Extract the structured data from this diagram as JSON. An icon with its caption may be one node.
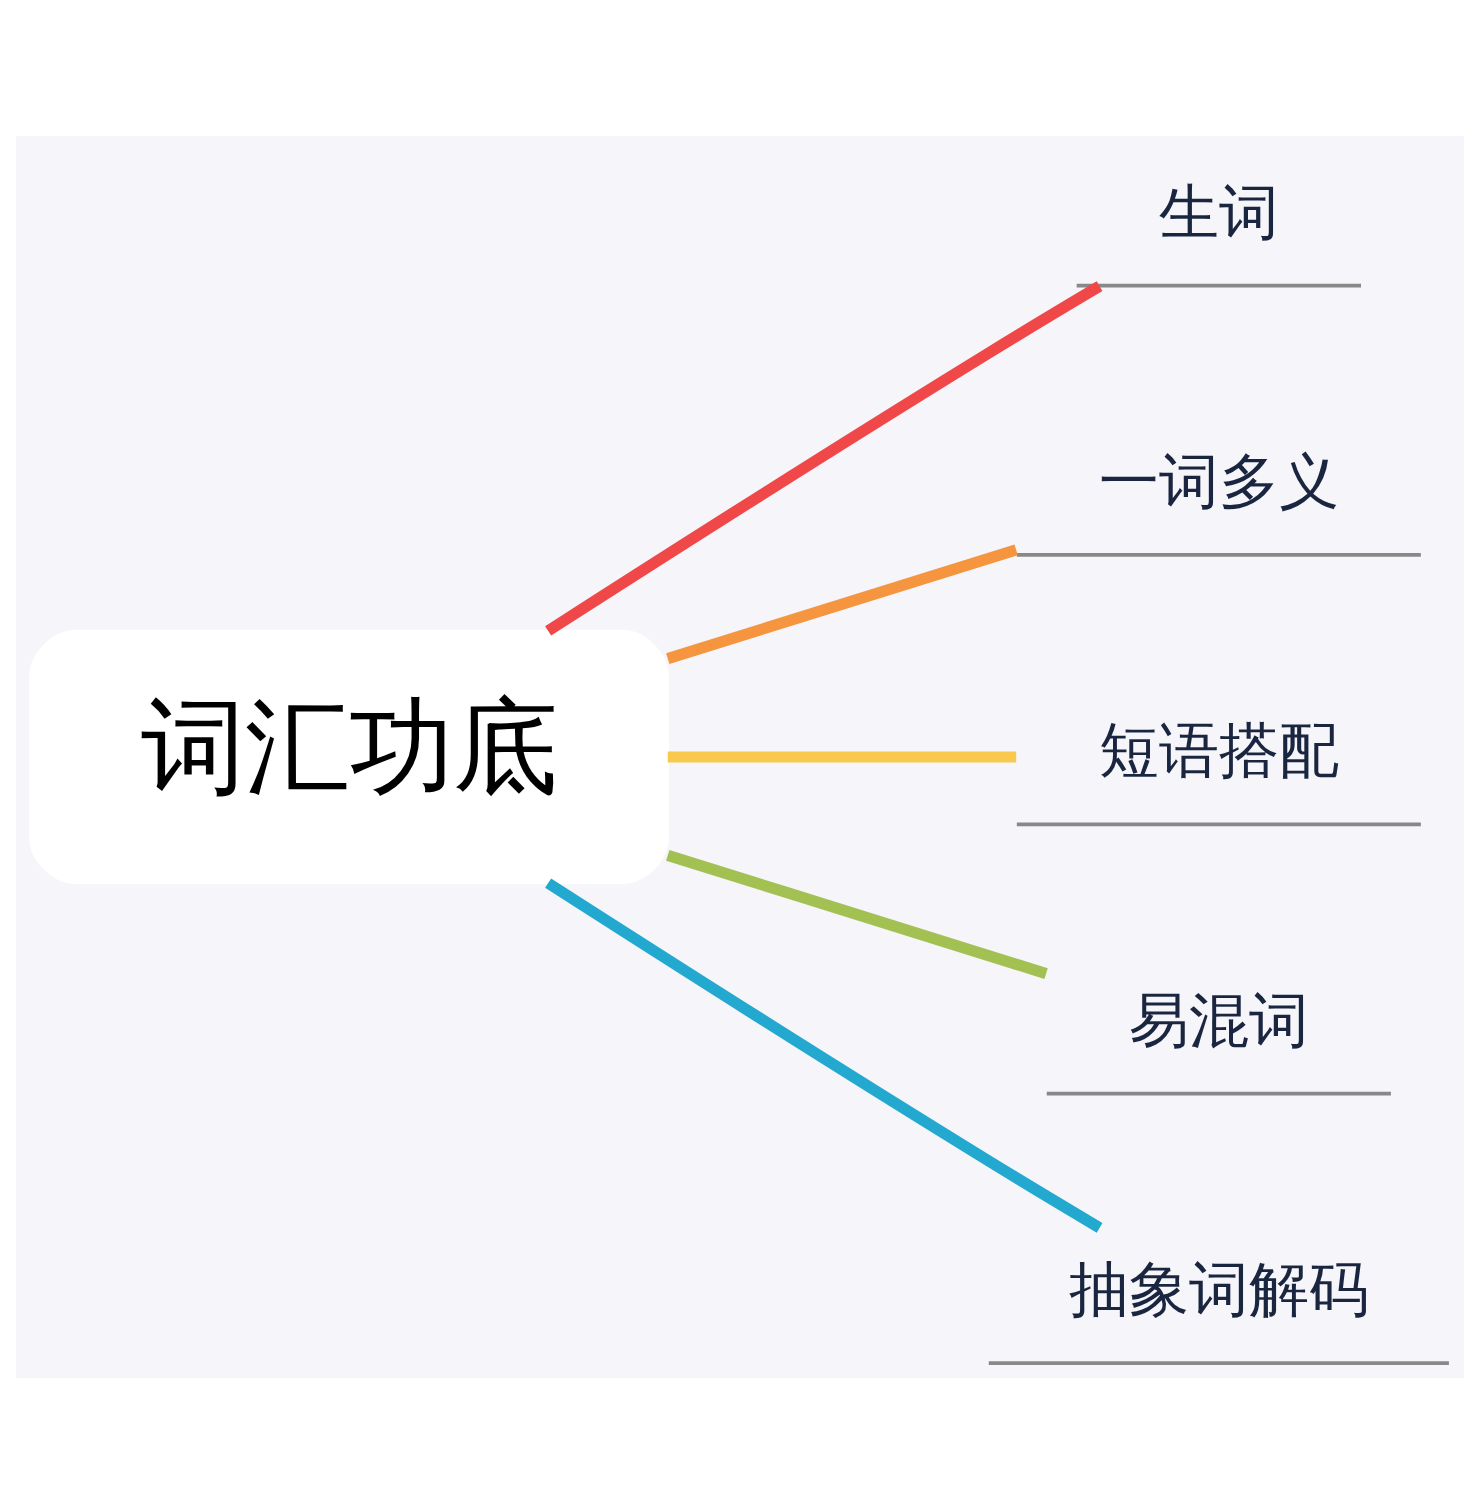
{
  "diagram": {
    "nodes": [
      {
        "text": [
          "词汇功底"
        ]
      },
      {
        "text": [
          "生词"
        ]
      },
      {
        "text": [
          "一词多义"
        ]
      },
      {
        "text": [
          "短语搭配"
        ]
      },
      {
        "text": [
          "易混词"
        ]
      },
      {
        "text": [
          "抽象词解码"
        ]
      }
    ],
    "edges": [
      {
        "from": 0,
        "to": 1,
        "arrow": "none",
        "color": "#f04848"
      },
      {
        "from": 0,
        "to": 2,
        "arrow": "none",
        "color": "#f5953f"
      },
      {
        "from": 0,
        "to": 3,
        "arrow": "none",
        "color": "#f8c94c"
      },
      {
        "from": 0,
        "to": 4,
        "arrow": "none",
        "color": "#a3c152"
      },
      {
        "from": 0,
        "to": 5,
        "arrow": "none",
        "color": "#23a8d0"
      }
    ]
  }
}
